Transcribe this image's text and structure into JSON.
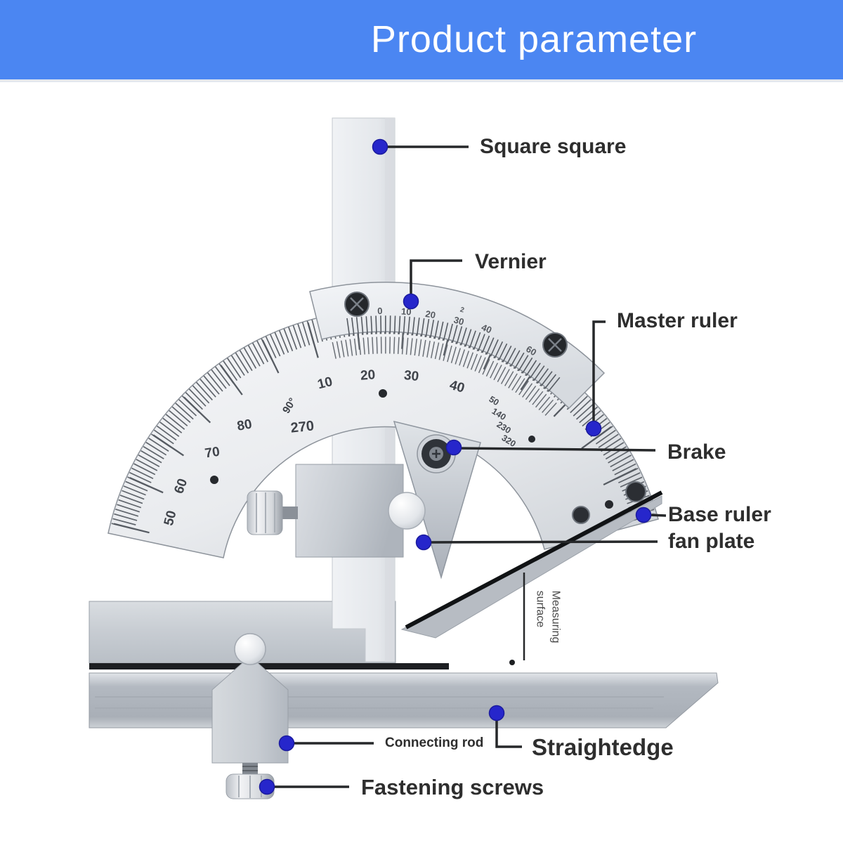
{
  "header": {
    "title": "Product parameter"
  },
  "labels": {
    "square_square": "Square square",
    "vernier": "Vernier",
    "master_ruler": "Master ruler",
    "brake": "Brake",
    "base_ruler": "Base ruler",
    "fan_plate": "fan plate",
    "measuring_surface": "Measuring\nsurface",
    "straightedge": "Straightedge",
    "connecting_rod": "Connecting rod",
    "fastening_screws": "Fastening screws"
  },
  "scale": {
    "vernier": [
      "0",
      "10",
      "20",
      "30",
      "40",
      "60"
    ],
    "vernier_extra": "2",
    "outer": [
      "10",
      "20",
      "30",
      "40"
    ],
    "stack": [
      "50",
      "140",
      "230",
      "320"
    ],
    "inner": [
      "80",
      "270",
      "70",
      "60",
      "50",
      "90°"
    ]
  },
  "colors": {
    "header_bg": "#4b86f2",
    "callout_dot": "#2626cb",
    "callout_line": "#26282a",
    "metal_light": "#eef0f3",
    "metal_dark": "#aab0b8"
  }
}
